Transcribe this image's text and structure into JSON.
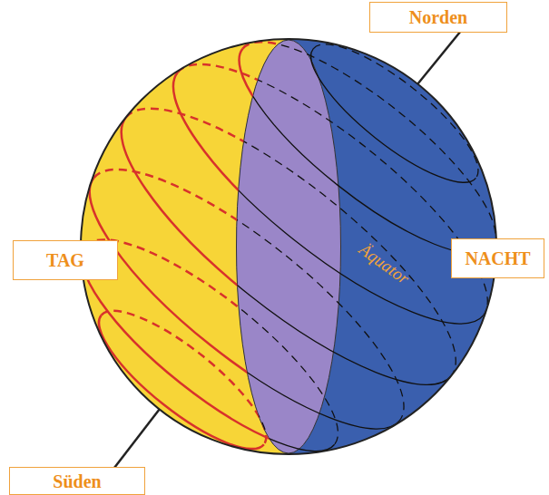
{
  "diagram": {
    "nodes": [
      {
        "text": [
          "Norden"
        ]
      },
      {
        "text": [
          "TAG"
        ]
      },
      {
        "text": [
          "NACHT"
        ]
      },
      {
        "text": [
          "Süden"
        ]
      }
    ],
    "labels": [
      "Äquator"
    ]
  }
}
